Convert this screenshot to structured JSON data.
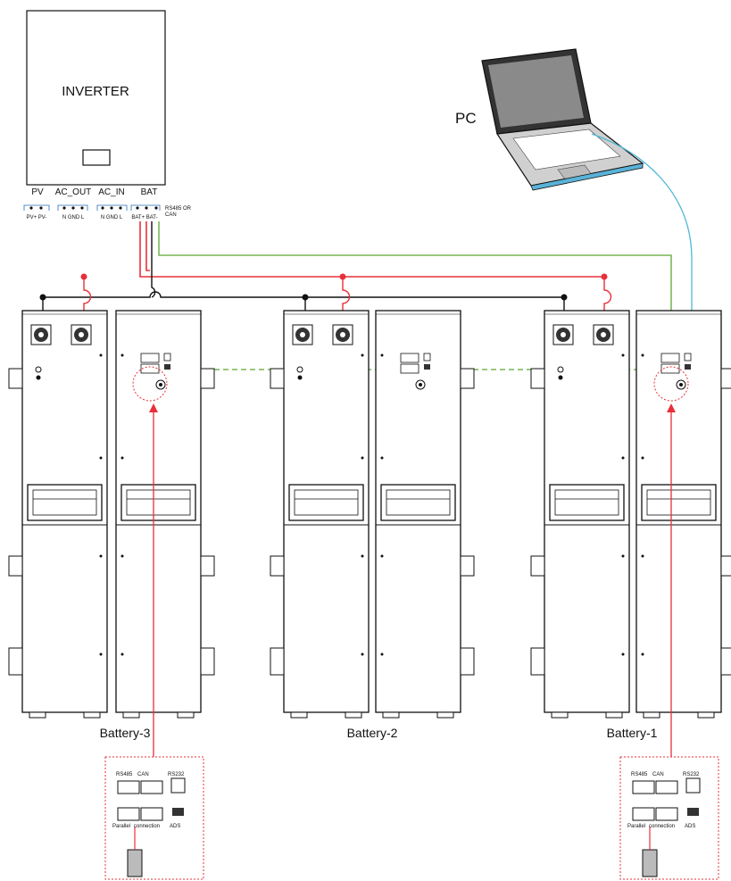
{
  "inverter": {
    "title": "INVERTER",
    "ports": [
      {
        "name": "PV",
        "terminals": "PV+ PV-"
      },
      {
        "name": "AC_OUT",
        "terminals": "N GND L"
      },
      {
        "name": "AC_IN",
        "terminals": "N GND L"
      },
      {
        "name": "BAT",
        "terminals": "BAT+ BAT-"
      }
    ],
    "comm_label_1": "RS485 OR",
    "comm_label_2": "CAN"
  },
  "pc": {
    "label": "PC"
  },
  "batteries": [
    {
      "label": "Battery-3"
    },
    {
      "label": "Battery-2"
    },
    {
      "label": "Battery-1"
    }
  ],
  "detail_panel": {
    "rs485": "RS485",
    "can": "CAN",
    "rs232": "RS232",
    "parallel": "Parallel",
    "connection": "connection",
    "ads": "ADS"
  },
  "colors": {
    "positive_cable": "#e8303a",
    "negative_cable": "#111111",
    "comm_cable": "#5aa832",
    "pc_cable": "#4bb8d6",
    "callout": "#e8303a"
  }
}
